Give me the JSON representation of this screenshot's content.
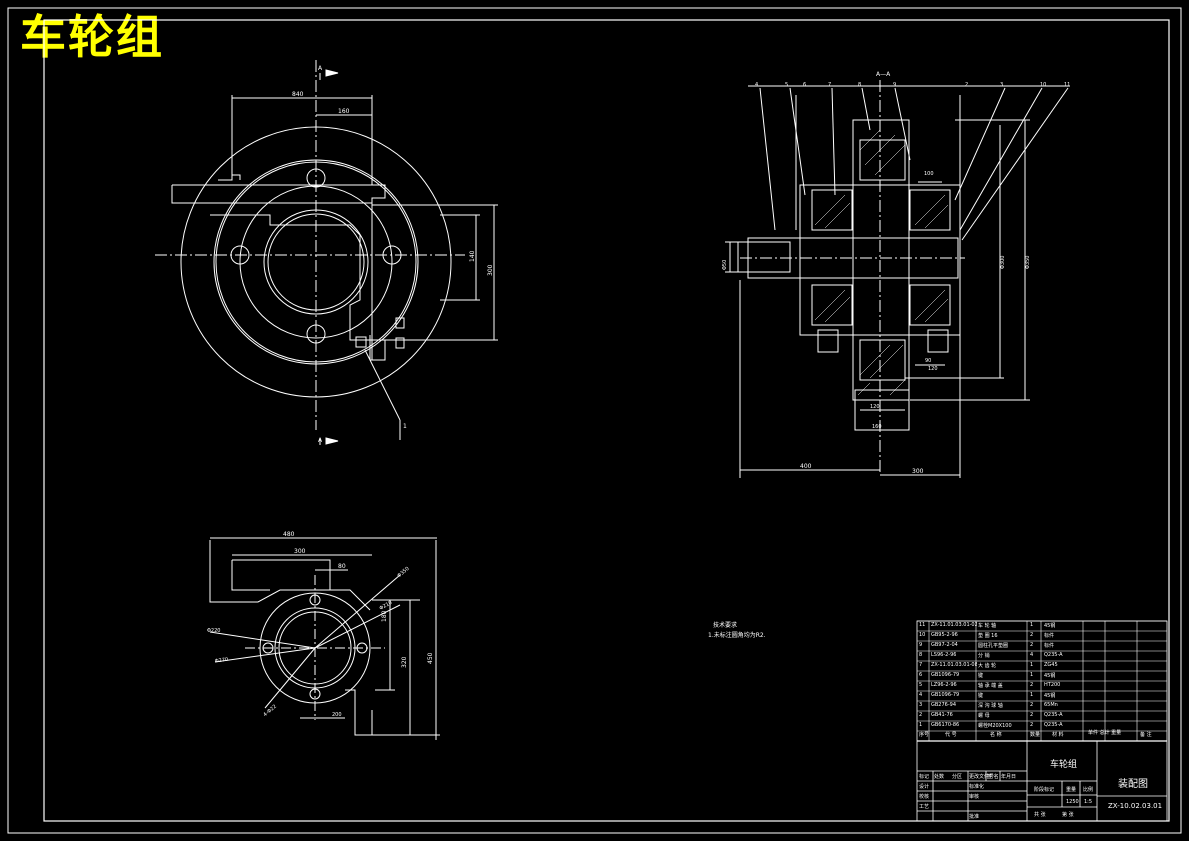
{
  "title": "车轮组",
  "section_marks": {
    "a_top": "A",
    "a_bottom": "A",
    "section_label": "A—A"
  },
  "front_view": {
    "dims": {
      "outer_w": "840",
      "inner_w": "160",
      "h1": "140",
      "h2": "300"
    },
    "leader_tag": "1"
  },
  "section_view": {
    "part_balloons": [
      "4",
      "5",
      "6",
      "7",
      "8",
      "9",
      "2",
      "3",
      "10",
      "11"
    ],
    "dims": {
      "bottom_left": "400",
      "bottom_right": "300",
      "shaft_dia": "Φ50",
      "d1": "Φ300",
      "d2": "Φ350",
      "d3": "160",
      "d4": "120",
      "d5": "100",
      "d6": "120",
      "d7": "90"
    }
  },
  "bottom_view": {
    "dims": {
      "w_top": "480",
      "w_mid": "300",
      "w_small": "80",
      "r1": "Φ350",
      "r2": "Φ210",
      "h_right": "450",
      "h_right2": "320",
      "h_small": "180",
      "left1": "Φ220",
      "left2": "Φ270",
      "left3": "4-Φ22",
      "bottom": "200"
    }
  },
  "tech_requirements": {
    "heading": "技术要求",
    "line1": "1.未标注圆角均为R2."
  },
  "bom": {
    "rows": [
      [
        "11",
        "ZX-11.01.03.01-02",
        "车 轮 轴",
        "1",
        "45钢"
      ],
      [
        "10",
        "GB95-2-96",
        "垫 圈 16",
        "2",
        "标件"
      ],
      [
        "9",
        "GB97-2-04",
        "圆柱孔平垫圈",
        "2",
        "标件"
      ],
      [
        "8",
        "LS96-2-96",
        "分 销",
        "4",
        "Q235-A"
      ],
      [
        "7",
        "ZX-11.01.03.01-08",
        "大 齿 轮",
        "1",
        "ZG45"
      ],
      [
        "6",
        "GB1096-79",
        "键",
        "1",
        "45钢"
      ],
      [
        "5",
        "LZ96-2-96",
        "轴 承 端 盖",
        "2",
        "HT200"
      ],
      [
        "4",
        "GB1096-79",
        "键",
        "1",
        "45钢"
      ],
      [
        "3",
        "GB276-94",
        "深 沟 球 轴",
        "2",
        "65Mn"
      ],
      [
        "2",
        "GB41-76",
        "螺 母",
        "2",
        "Q235-A"
      ],
      [
        "1",
        "GB6170-86",
        "螺栓M20X100",
        "2",
        "Q235-A"
      ]
    ],
    "extra_header": "单件 总计 重量",
    "header": [
      "序号",
      "代 号",
      "名 称",
      "数量",
      "材 料",
      "备 注"
    ]
  },
  "title_block": {
    "name": "车轮组",
    "drawing_type": "装配图",
    "drawing_no": "ZX-10.02.03.01",
    "labels": [
      "标记",
      "处数",
      "分区",
      "更改文件号",
      "签 名",
      "年月日",
      "设计",
      "标准化",
      "校核",
      "审核",
      "工艺",
      "批准"
    ],
    "stage": "阶段标记",
    "weight": "重量",
    "scale": "比例",
    "scale_val": "1:5",
    "sheets": "共 张",
    "sheet": "第 张",
    "weight_val": "1250"
  }
}
